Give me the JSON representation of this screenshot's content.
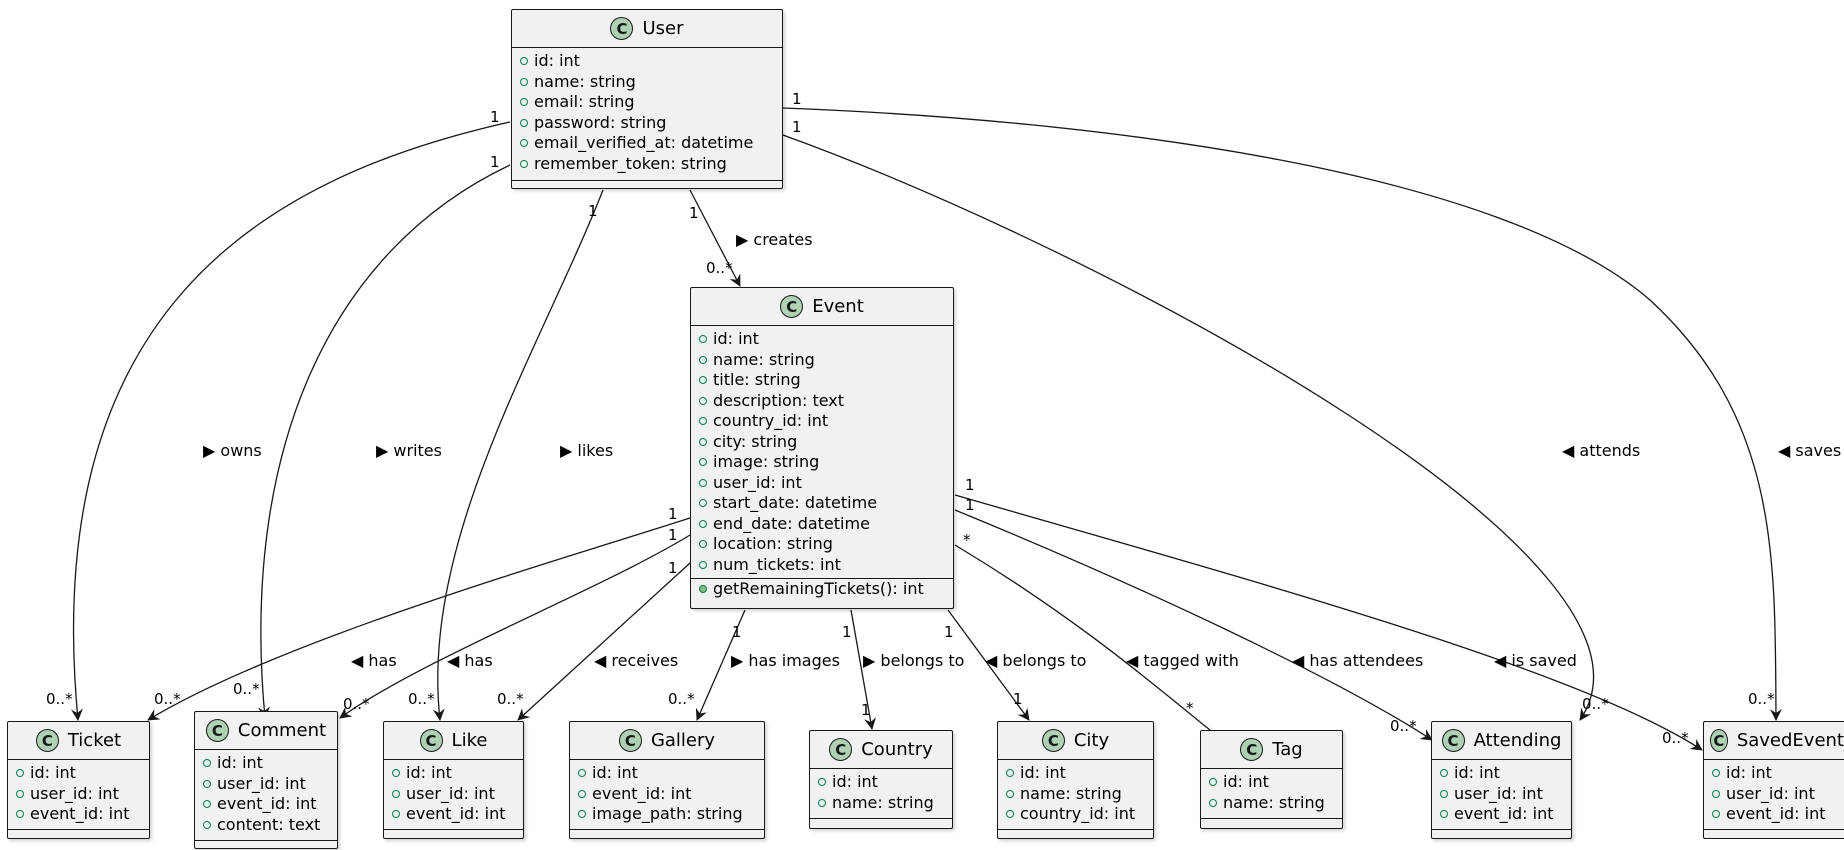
{
  "classes": {
    "user": {
      "icon": "C",
      "name": "User",
      "attributes": [
        "id: int",
        "name: string",
        "email: string",
        "password: string",
        "email_verified_at: datetime",
        "remember_token: string"
      ],
      "methods": []
    },
    "event": {
      "icon": "C",
      "name": "Event",
      "attributes": [
        "id: int",
        "name: string",
        "title: string",
        "description: text",
        "country_id: int",
        "city: string",
        "image: string",
        "user_id: int",
        "start_date: datetime",
        "end_date: datetime",
        "location: string",
        "num_tickets: int"
      ],
      "methods": [
        "getRemainingTickets(): int"
      ]
    },
    "ticket": {
      "icon": "C",
      "name": "Ticket",
      "attributes": [
        "id: int",
        "user_id: int",
        "event_id: int"
      ],
      "methods": []
    },
    "comment": {
      "icon": "C",
      "name": "Comment",
      "attributes": [
        "id: int",
        "user_id: int",
        "event_id: int",
        "content: text"
      ],
      "methods": []
    },
    "like": {
      "icon": "C",
      "name": "Like",
      "attributes": [
        "id: int",
        "user_id: int",
        "event_id: int"
      ],
      "methods": []
    },
    "gallery": {
      "icon": "C",
      "name": "Gallery",
      "attributes": [
        "id: int",
        "event_id: int",
        "image_path: string"
      ],
      "methods": []
    },
    "country": {
      "icon": "C",
      "name": "Country",
      "attributes": [
        "id: int",
        "name: string"
      ],
      "methods": []
    },
    "city": {
      "icon": "C",
      "name": "City",
      "attributes": [
        "id: int",
        "name: string",
        "country_id: int"
      ],
      "methods": []
    },
    "tag": {
      "icon": "C",
      "name": "Tag",
      "attributes": [
        "id: int",
        "name: string"
      ],
      "methods": []
    },
    "attending": {
      "icon": "C",
      "name": "Attending",
      "attributes": [
        "id: int",
        "user_id: int",
        "event_id: int"
      ],
      "methods": []
    },
    "savedevent": {
      "icon": "C",
      "name": "SavedEvent",
      "attributes": [
        "id: int",
        "user_id: int",
        "event_id: int"
      ],
      "methods": []
    }
  },
  "relations": [
    {
      "id": "user-creates-event",
      "from": "User",
      "to": "Event",
      "label": "creates",
      "direction_glyph": "▶",
      "from_mult": "1",
      "to_mult": "0..*"
    },
    {
      "id": "user-owns-ticket",
      "from": "User",
      "to": "Ticket",
      "label": "owns",
      "direction_glyph": "▶",
      "from_mult": "1",
      "to_mult": "0..*"
    },
    {
      "id": "user-writes-comment",
      "from": "User",
      "to": "Comment",
      "label": "writes",
      "direction_glyph": "▶",
      "from_mult": "1",
      "to_mult": "0..*"
    },
    {
      "id": "user-likes-like",
      "from": "User",
      "to": "Like",
      "label": "likes",
      "direction_glyph": "▶",
      "from_mult": "1",
      "to_mult": "0..*"
    },
    {
      "id": "user-attends-attending",
      "from": "User",
      "to": "Attending",
      "label": "attends",
      "direction_glyph": "◀",
      "from_mult": "1",
      "to_mult": "0..*"
    },
    {
      "id": "user-saves-savedevent",
      "from": "User",
      "to": "SavedEvent",
      "label": "saves",
      "direction_glyph": "◀",
      "from_mult": "1",
      "to_mult": "0..*"
    },
    {
      "id": "event-has-ticket",
      "from": "Event",
      "to": "Ticket",
      "label": "has",
      "direction_glyph": "◀",
      "from_mult": "1",
      "to_mult": "0..*"
    },
    {
      "id": "event-has-comment",
      "from": "Event",
      "to": "Comment",
      "label": "has",
      "direction_glyph": "◀",
      "from_mult": "1",
      "to_mult": "0..*"
    },
    {
      "id": "event-receives-like",
      "from": "Event",
      "to": "Like",
      "label": "receives",
      "direction_glyph": "◀",
      "from_mult": "1",
      "to_mult": "0..*"
    },
    {
      "id": "event-has-images-gallery",
      "from": "Event",
      "to": "Gallery",
      "label": "has images",
      "direction_glyph": "▶",
      "from_mult": "1",
      "to_mult": "0..*"
    },
    {
      "id": "event-belongs-to-country",
      "from": "Event",
      "to": "Country",
      "label": "belongs to",
      "direction_glyph": "▶",
      "from_mult": "1",
      "to_mult": "1"
    },
    {
      "id": "event-belongs-to-city",
      "from": "Event",
      "to": "City",
      "label": "belongs to",
      "direction_glyph": "◀",
      "from_mult": "1",
      "to_mult": "1"
    },
    {
      "id": "event-tagged-with-tag",
      "from": "Event",
      "to": "Tag",
      "label": "tagged with",
      "direction_glyph": "◀",
      "from_mult": "*",
      "to_mult": "*"
    },
    {
      "id": "event-has-attendees-attending",
      "from": "Event",
      "to": "Attending",
      "label": "has attendees",
      "direction_glyph": "◀",
      "from_mult": "1",
      "to_mult": "0..*"
    },
    {
      "id": "event-is-saved-savedevent",
      "from": "Event",
      "to": "SavedEvent",
      "label": "is saved",
      "direction_glyph": "◀",
      "from_mult": "1",
      "to_mult": "0..*"
    }
  ],
  "colors": {
    "class_fill": "#f1f1f1",
    "class_border": "#181818",
    "class_icon": "#add1b2",
    "visibility_marker": "#038048",
    "method_marker_fill": "#84be84",
    "edge": "#181818"
  }
}
